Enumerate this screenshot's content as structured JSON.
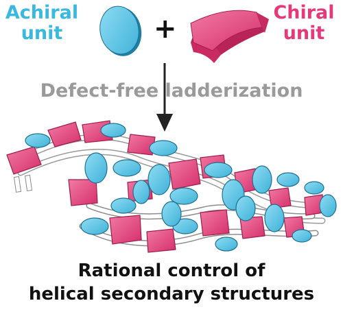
{
  "labels": {
    "achiral": "Achiral unit",
    "plus": "+",
    "chiral": "Chiral unit",
    "process": "Defect-free ladderization",
    "caption_line1": "Rational control of",
    "caption_line2": "helical secondary structures"
  },
  "colors": {
    "achiral": "#39b8e0",
    "chiral": "#e6397a",
    "process_text": "#9a9a9a",
    "caption_text": "#111111"
  },
  "icons": [
    "achiral-unit-icon",
    "chiral-unit-icon",
    "down-arrow-icon",
    "helix-ladder-illustration"
  ]
}
